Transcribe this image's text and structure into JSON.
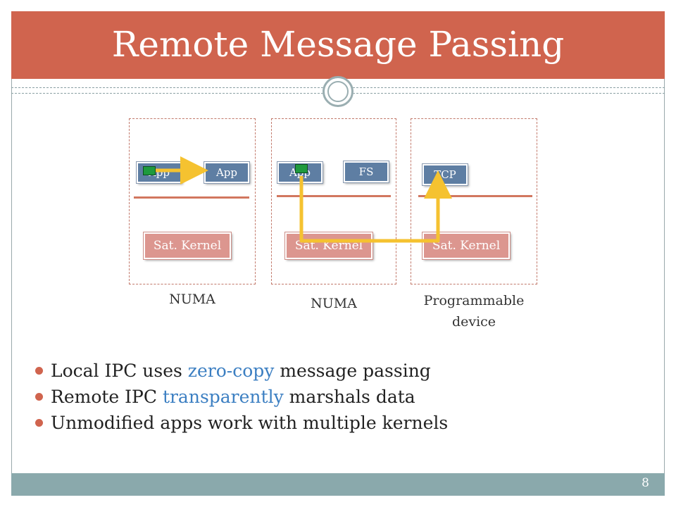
{
  "slide": {
    "title": "Remote Message Passing",
    "page_number": "8"
  },
  "diagram": {
    "nodes": [
      {
        "caption": "NUMA",
        "apps": [
          "App",
          "App"
        ],
        "kernel": "Sat. Kernel"
      },
      {
        "caption": "NUMA",
        "apps": [
          "App",
          "FS"
        ],
        "kernel": "Sat. Kernel"
      },
      {
        "caption": "Programmable device",
        "apps": [
          "TCP"
        ],
        "kernel": "Sat. Kernel"
      }
    ],
    "arrow_color": "#f5c230",
    "message_color": "#1e9a3e"
  },
  "bullets": [
    {
      "before": "Local IPC uses ",
      "highlight": "zero-copy",
      "after": " message passing"
    },
    {
      "before": "Remote IPC ",
      "highlight": "transparently",
      "after": " marshals data"
    },
    {
      "before": "Unmodified apps work with multiple kernels",
      "highlight": "",
      "after": ""
    }
  ],
  "colors": {
    "accent": "#d0644e",
    "highlight_text": "#3c7fc2",
    "footer": "#8aa9ac",
    "app_chip": "#5e7ea3",
    "kernel_box": "#dc968f"
  }
}
